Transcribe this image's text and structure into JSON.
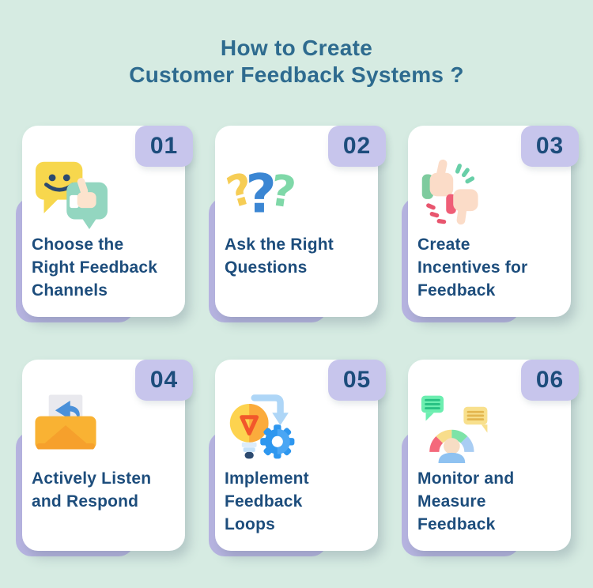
{
  "header": {
    "title": "How to Create\nCustomer Feedback Systems ?"
  },
  "colors": {
    "background": "#d6ebe2",
    "card": "#ffffff",
    "accent_shape": "#b7b4e1",
    "badge": "#c7c5ec",
    "title_text": "#2e6b8f",
    "body_text": "#1d4d7c"
  },
  "cards": [
    {
      "number": "01",
      "label": "Choose the\nRight Feedback\nChannels",
      "icon": "smiley-thumbs-up-chat-bubbles"
    },
    {
      "number": "02",
      "label": "Ask the Right\nQuestions",
      "icon": "three-question-marks"
    },
    {
      "number": "03",
      "label": "Create\nIncentives for\nFeedback",
      "icon": "thumbs-up-thumbs-down"
    },
    {
      "number": "04",
      "label": "Actively Listen\nand Respond",
      "icon": "open-envelope-reply-arrow"
    },
    {
      "number": "05",
      "label": "Implement\nFeedback\nLoops",
      "icon": "lightbulb-gear-arrow"
    },
    {
      "number": "06",
      "label": "Monitor and\nMeasure\nFeedback",
      "icon": "gauge-person-chat-bubbles"
    }
  ]
}
